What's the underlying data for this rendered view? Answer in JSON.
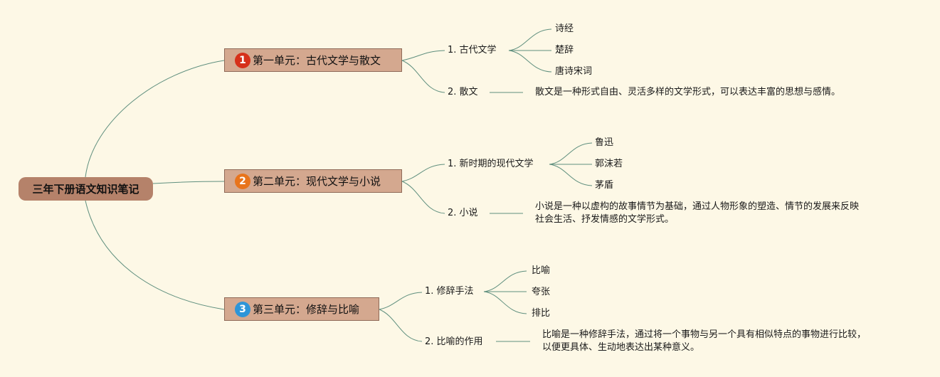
{
  "root": {
    "title": "三年下册语文知识笔记"
  },
  "units": [
    {
      "badge": "1",
      "badge_color": "#d6301a",
      "title": "第一单元：古代文学与散文",
      "topics": [
        {
          "label": "1. 古代文学",
          "items": [
            "诗经",
            "楚辞",
            "唐诗宋词"
          ]
        },
        {
          "label": "2. 散文",
          "desc": [
            "散文是一种形式自由、灵活多样的文学形式，可以表达丰富的思想与感情。"
          ]
        }
      ]
    },
    {
      "badge": "2",
      "badge_color": "#e8741c",
      "title": "第二单元：现代文学与小说",
      "topics": [
        {
          "label": "1. 新时期的现代文学",
          "items": [
            "鲁迅",
            "郭沫若",
            "茅盾"
          ]
        },
        {
          "label": "2. 小说",
          "desc": [
            "小说是一种以虚构的故事情节为基础，通过人物形象的塑造、情节的发展来反映",
            "社会生活、抒发情感的文学形式。"
          ]
        }
      ]
    },
    {
      "badge": "3",
      "badge_color": "#2e95d8",
      "title": "第三单元：修辞与比喻",
      "topics": [
        {
          "label": "1. 修辞手法",
          "items": [
            "比喻",
            "夸张",
            "排比"
          ]
        },
        {
          "label": "2. 比喻的作用",
          "desc": [
            "比喻是一种修辞手法，通过将一个事物与另一个具有相似特点的事物进行比较，",
            "以便更具体、生动地表达出某种意义。"
          ]
        }
      ]
    }
  ],
  "colors": {
    "background": "#fdf8e6",
    "link": "#5f8f7e",
    "root_fill": "#b5826a",
    "unit_fill": "#d4a88f"
  }
}
